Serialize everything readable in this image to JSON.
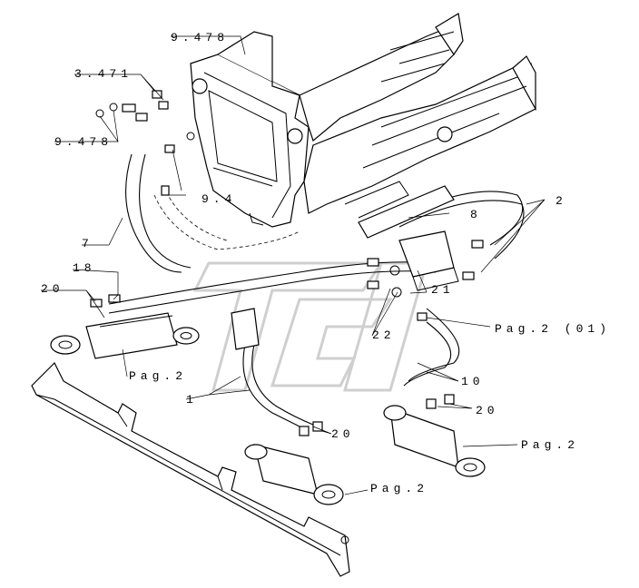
{
  "labels": {
    "frame_ref_top": "9.478",
    "fitting_ref": "3.471",
    "fitting_ref_left": "9.478",
    "fitting_ref_mid": "9.4",
    "hose_7": "7",
    "hose_8": "8",
    "hose_2": "2",
    "hose_18": "18",
    "fitting_20_left": "20",
    "fitting_21": "21",
    "fitting_22": "22",
    "page_ref_01": "Pag.2 (01)",
    "hose_10": "10",
    "fitting_20_right": "20",
    "page_ref_left": "Pag.2",
    "hose_1": "1",
    "fitting_20_center": "20",
    "page_ref_right": "Pag.2",
    "page_ref_center": "Pag.2"
  }
}
